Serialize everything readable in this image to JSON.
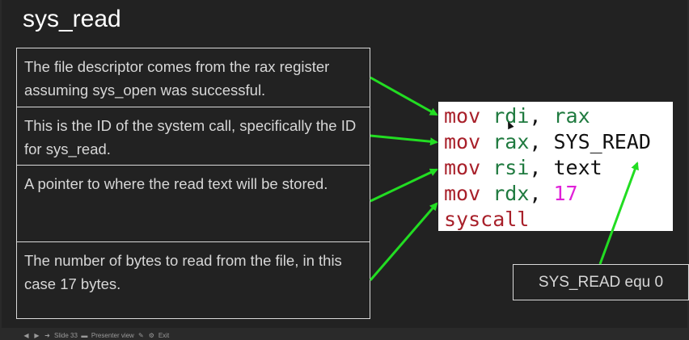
{
  "slide": {
    "title": "sys_read",
    "notes": [
      "The file descriptor comes from the rax register assuming sys_open was successful.",
      "This is the ID of the system call, specifically the ID for sys_read.",
      "A pointer to where the read text will be stored.",
      "The number of bytes to read from the file, in this case 17 bytes."
    ],
    "code": [
      {
        "instr": "mov",
        "op1": "rdi",
        "sep": ", ",
        "op2": "rax",
        "op2_kind": "reg"
      },
      {
        "instr": "mov",
        "op1": "rax",
        "sep": ", ",
        "op2": "SYS_READ",
        "op2_kind": "plain"
      },
      {
        "instr": "mov",
        "op1": "rsi",
        "sep": ", ",
        "op2": "text",
        "op2_kind": "plain"
      },
      {
        "instr": "mov",
        "op1": "rdx",
        "sep": ", ",
        "op2": "17",
        "op2_kind": "num"
      },
      {
        "instr": "syscall",
        "op1": "",
        "sep": "",
        "op2": "",
        "op2_kind": "plain"
      }
    ],
    "equ_note": "SYS_READ equ 0"
  },
  "player": {
    "slide_label": "Slide 33",
    "presenter_label": "Presenter view",
    "exit_label": "Exit",
    "icons": [
      "prev-arrow-icon",
      "play-icon",
      "next-arrow-icon",
      "notes-icon",
      "pen-icon",
      "settings-icon"
    ]
  },
  "colors": {
    "background": "#222222",
    "arrow": "#22dd22",
    "instruction": "#a8202a",
    "register": "#1f7a3f",
    "number": "#e020d8"
  }
}
